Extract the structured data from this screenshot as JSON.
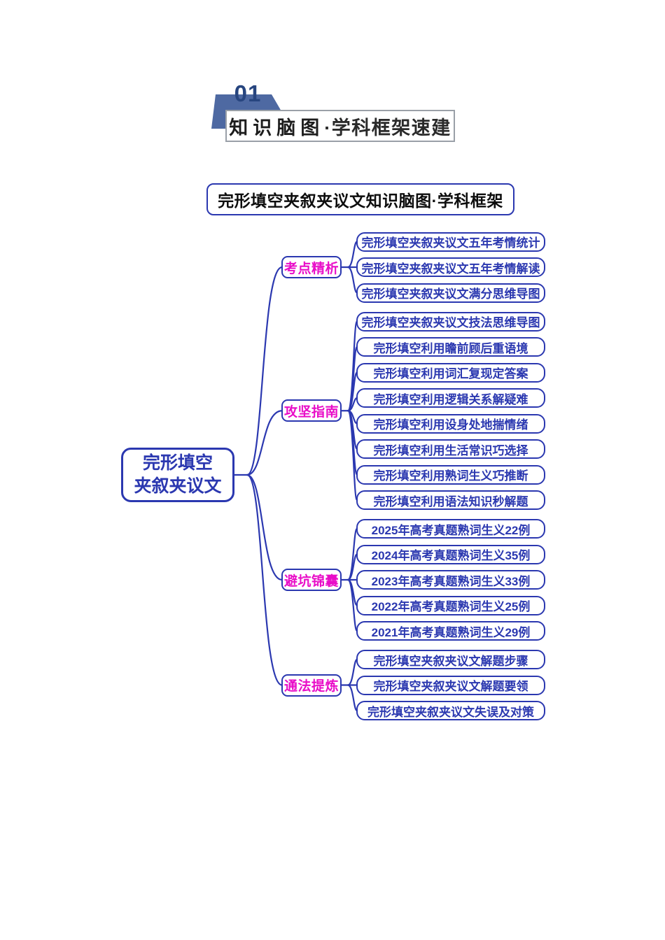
{
  "header": {
    "number": "01",
    "title_strong": "知识脑图",
    "title_rest": "·学科框架速建"
  },
  "diagram_title": "完形填空夹叙夹议文知识脑图·学科框架",
  "colors": {
    "blue": "#2b38b0",
    "magenta": "#e90dc8",
    "ribbon": "#4e69a2",
    "num": "#27457f"
  },
  "mindmap": {
    "root": {
      "lines": [
        "完形填空",
        "夹叙夹议文"
      ]
    },
    "branches": [
      {
        "label": "考点精析",
        "children": [
          "完形填空夹叙夹议文五年考情统计",
          "完形填空夹叙夹议文五年考情解读",
          "完形填空夹叙夹议文满分思维导图"
        ]
      },
      {
        "label": "攻坚指南",
        "children": [
          "完形填空夹叙夹议文技法思维导图",
          "完形填空利用瞻前顾后重语境",
          "完形填空利用词汇复现定答案",
          "完形填空利用逻辑关系解疑难",
          "完形填空利用设身处地揣情绪",
          "完形填空利用生活常识巧选择",
          "完形填空利用熟词生义巧推断",
          "完形填空利用语法知识秒解题"
        ]
      },
      {
        "label": "避坑锦囊",
        "children": [
          "2025年高考真题熟词生义22例",
          "2024年高考真题熟词生义35例",
          "2023年高考真题熟词生义33例",
          "2022年高考真题熟词生义25例",
          "2021年高考真题熟词生义29例"
        ]
      },
      {
        "label": "通法提炼",
        "children": [
          "完形填空夹叙夹议文解题步骤",
          "完形填空夹叙夹议文解题要领",
          "完形填空夹叙夹议文失误及对策"
        ]
      }
    ]
  }
}
